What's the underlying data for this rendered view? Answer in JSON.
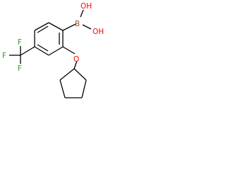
{
  "atoms": {
    "boron": "B",
    "hydroxyl_upper": "OH",
    "hydroxyl_right": "OH",
    "ether_oxygen": "O",
    "fluorine_left": "F",
    "fluorine_top": "F",
    "fluorine_bottom": "F"
  },
  "colors": {
    "bond": "#000000",
    "carbon": "#000000",
    "boron": "#9b4d3c",
    "oxygen": "#ff0000",
    "fluorine": "#30a030"
  }
}
